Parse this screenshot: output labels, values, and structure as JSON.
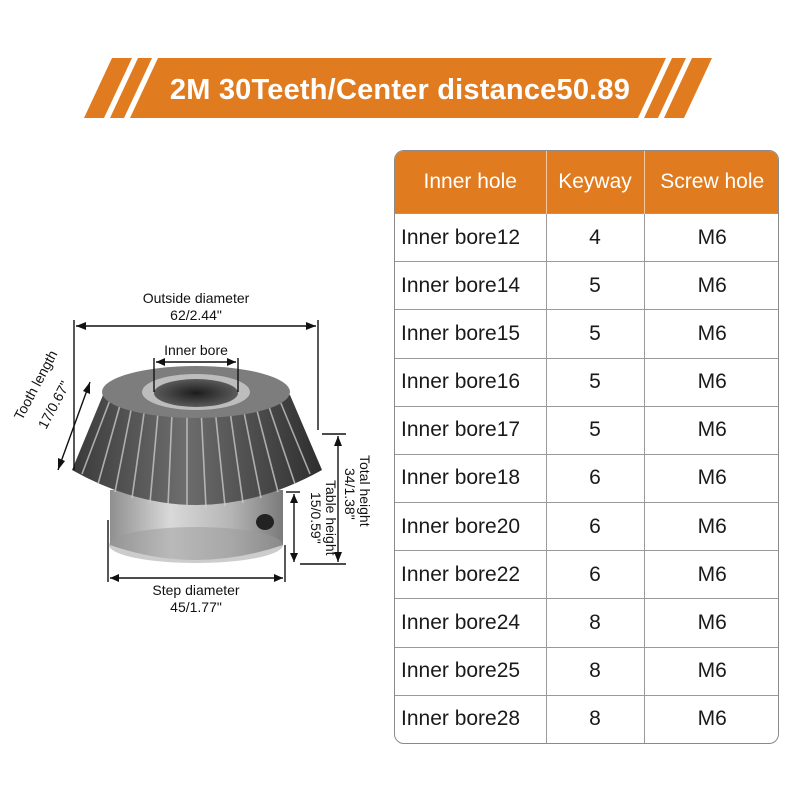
{
  "banner": {
    "title": "2M 30Teeth/Center distance50.89",
    "color": "#e07b1f"
  },
  "diagram": {
    "outside_diameter_label": "Outside diameter",
    "outside_diameter_value": "62/2.44\"",
    "inner_bore_label": "Inner bore",
    "tooth_length_label": "Tooth length",
    "tooth_length_value": "17/0.67\"",
    "total_height_label": "Total height",
    "total_height_value": "34/1.38\"",
    "table_height_label": "Table height",
    "table_height_value": "15/0.59\"",
    "step_diameter_label": "Step diameter",
    "step_diameter_value": "45/1.77\""
  },
  "table": {
    "headers": [
      "Inner hole",
      "Keyway",
      "Screw hole"
    ],
    "rows": [
      [
        "Inner bore12",
        "4",
        "M6"
      ],
      [
        "Inner bore14",
        "5",
        "M6"
      ],
      [
        "Inner bore15",
        "5",
        "M6"
      ],
      [
        "Inner bore16",
        "5",
        "M6"
      ],
      [
        "Inner bore17",
        "5",
        "M6"
      ],
      [
        "Inner bore18",
        "6",
        "M6"
      ],
      [
        "Inner bore20",
        "6",
        "M6"
      ],
      [
        "Inner bore22",
        "6",
        "M6"
      ],
      [
        "Inner bore24",
        "8",
        "M6"
      ],
      [
        "Inner bore25",
        "8",
        "M6"
      ],
      [
        "Inner bore28",
        "8",
        "M6"
      ]
    ]
  }
}
